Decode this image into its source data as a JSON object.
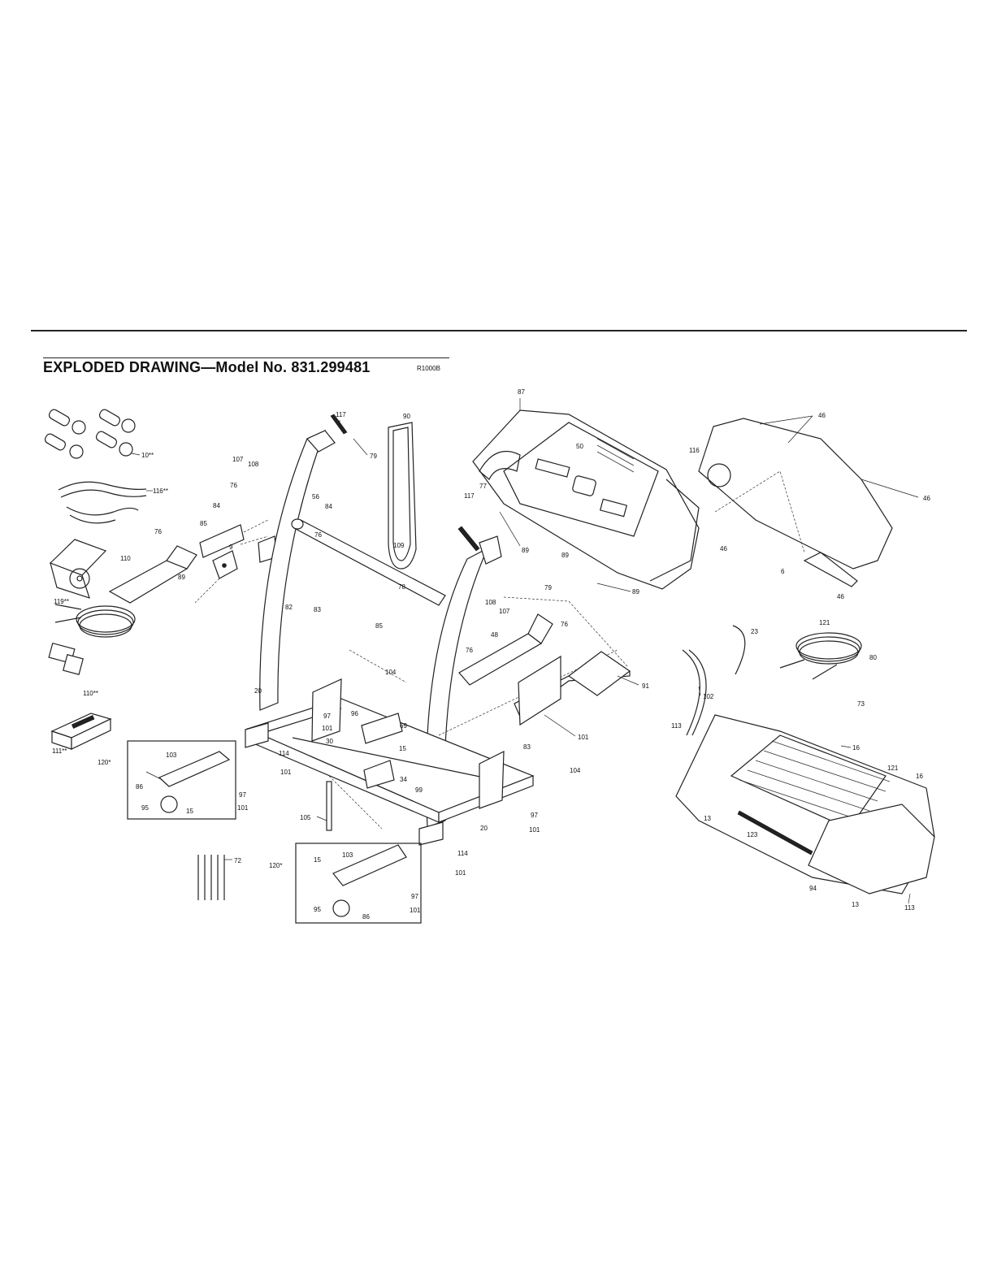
{
  "header": {
    "title": "EXPLODED DRAWING—Model No. 831.299481",
    "ref_code": "R1000B"
  },
  "callouts": [
    {
      "id": "c10",
      "text": "10**"
    },
    {
      "id": "c116a",
      "text": "116**"
    },
    {
      "id": "c119",
      "text": "119**"
    },
    {
      "id": "c110a",
      "text": "110**"
    },
    {
      "id": "c111",
      "text": "111**"
    },
    {
      "id": "c76a",
      "text": "76"
    },
    {
      "id": "c110b",
      "text": "110"
    },
    {
      "id": "c85a",
      "text": "85"
    },
    {
      "id": "c84a",
      "text": "84"
    },
    {
      "id": "c9",
      "text": "9"
    },
    {
      "id": "c89a",
      "text": "89"
    },
    {
      "id": "c107a",
      "text": "107"
    },
    {
      "id": "c108a",
      "text": "108"
    },
    {
      "id": "c76b",
      "text": "76"
    },
    {
      "id": "c117a",
      "text": "117"
    },
    {
      "id": "c79a",
      "text": "79"
    },
    {
      "id": "c56",
      "text": "56"
    },
    {
      "id": "c84b",
      "text": "84"
    },
    {
      "id": "c76c",
      "text": "76"
    },
    {
      "id": "c82",
      "text": "82"
    },
    {
      "id": "c90",
      "text": "90"
    },
    {
      "id": "c109",
      "text": "109"
    },
    {
      "id": "c78",
      "text": "78"
    },
    {
      "id": "c83a",
      "text": "83"
    },
    {
      "id": "c104a",
      "text": "104"
    },
    {
      "id": "c85b",
      "text": "85"
    },
    {
      "id": "c108b",
      "text": "108"
    },
    {
      "id": "c107b",
      "text": "107"
    },
    {
      "id": "c76d",
      "text": "76"
    },
    {
      "id": "c79b",
      "text": "79"
    },
    {
      "id": "c117b",
      "text": "117"
    },
    {
      "id": "c87",
      "text": "87"
    },
    {
      "id": "c50",
      "text": "50"
    },
    {
      "id": "c77",
      "text": "77"
    },
    {
      "id": "c89b",
      "text": "89"
    },
    {
      "id": "c89c",
      "text": "89"
    },
    {
      "id": "c89d",
      "text": "89"
    },
    {
      "id": "c46a",
      "text": "46"
    },
    {
      "id": "c116b",
      "text": "116"
    },
    {
      "id": "c46b",
      "text": "46"
    },
    {
      "id": "c46c",
      "text": "46"
    },
    {
      "id": "c6",
      "text": "6"
    },
    {
      "id": "c46d",
      "text": "46"
    },
    {
      "id": "c121a",
      "text": "121"
    },
    {
      "id": "c48",
      "text": "48"
    },
    {
      "id": "c76e",
      "text": "76"
    },
    {
      "id": "c91",
      "text": "91"
    },
    {
      "id": "c102",
      "text": "102"
    },
    {
      "id": "c23",
      "text": "23"
    },
    {
      "id": "c80",
      "text": "80"
    },
    {
      "id": "c73",
      "text": "73"
    },
    {
      "id": "c20a",
      "text": "20"
    },
    {
      "id": "c97a",
      "text": "97"
    },
    {
      "id": "c96",
      "text": "96"
    },
    {
      "id": "c101a",
      "text": "101"
    },
    {
      "id": "c30",
      "text": "30"
    },
    {
      "id": "c69",
      "text": "69"
    },
    {
      "id": "c15a",
      "text": "15"
    },
    {
      "id": "c114a",
      "text": "114"
    },
    {
      "id": "c101b",
      "text": "101"
    },
    {
      "id": "c34",
      "text": "34"
    },
    {
      "id": "c99",
      "text": "99"
    },
    {
      "id": "c83b",
      "text": "83"
    },
    {
      "id": "c101c",
      "text": "101"
    },
    {
      "id": "c104b",
      "text": "104"
    },
    {
      "id": "c120a",
      "text": "120*"
    },
    {
      "id": "c103a",
      "text": "103"
    },
    {
      "id": "c86a",
      "text": "86"
    },
    {
      "id": "c97b",
      "text": "97"
    },
    {
      "id": "c95a",
      "text": "95"
    },
    {
      "id": "c15b",
      "text": "15"
    },
    {
      "id": "c101d",
      "text": "101"
    },
    {
      "id": "c105",
      "text": "105"
    },
    {
      "id": "c97c",
      "text": "97"
    },
    {
      "id": "c101e",
      "text": "101"
    },
    {
      "id": "c20b",
      "text": "20"
    },
    {
      "id": "c114b",
      "text": "114"
    },
    {
      "id": "c101f",
      "text": "101"
    },
    {
      "id": "c72",
      "text": "72"
    },
    {
      "id": "c120b",
      "text": "120*"
    },
    {
      "id": "c15c",
      "text": "15"
    },
    {
      "id": "c103b",
      "text": "103"
    },
    {
      "id": "c97d",
      "text": "97"
    },
    {
      "id": "c95b",
      "text": "95"
    },
    {
      "id": "c101g",
      "text": "101"
    },
    {
      "id": "c86b",
      "text": "86"
    },
    {
      "id": "c113a",
      "text": "113"
    },
    {
      "id": "c16a",
      "text": "16"
    },
    {
      "id": "c121b",
      "text": "121"
    },
    {
      "id": "c16b",
      "text": "16"
    },
    {
      "id": "c13a",
      "text": "13"
    },
    {
      "id": "c123",
      "text": "123"
    },
    {
      "id": "c94",
      "text": "94"
    },
    {
      "id": "c13b",
      "text": "13"
    },
    {
      "id": "c113b",
      "text": "113"
    }
  ]
}
